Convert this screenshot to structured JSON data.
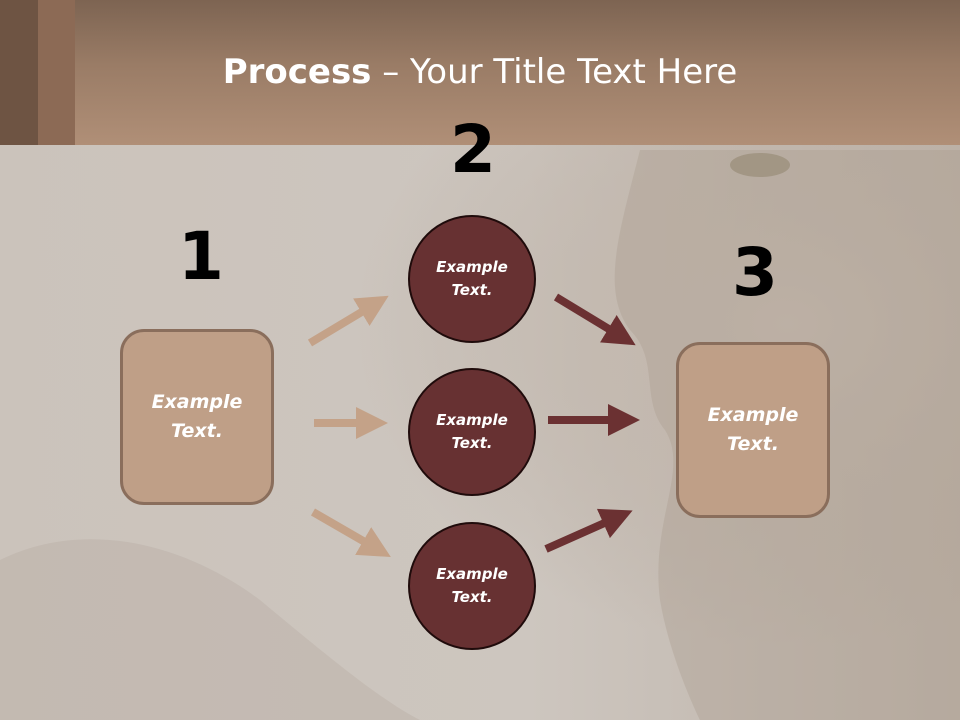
{
  "slide": {
    "title_bold": "Process",
    "title_rest": " – Your Title Text Here"
  },
  "steps": {
    "one": "1",
    "two": "2",
    "three": "3"
  },
  "boxes": {
    "left": "Example Text.",
    "right": "Example Text."
  },
  "circles": [
    "Example Text.",
    "Example Text.",
    "Example Text."
  ],
  "colors": {
    "header": "#a68670",
    "box_fill": "#bf9f87",
    "box_border": "#8a6e5c",
    "circle_fill": "#673132",
    "light_arrow": "#c4a288",
    "dark_arrow": "#6b3132"
  }
}
